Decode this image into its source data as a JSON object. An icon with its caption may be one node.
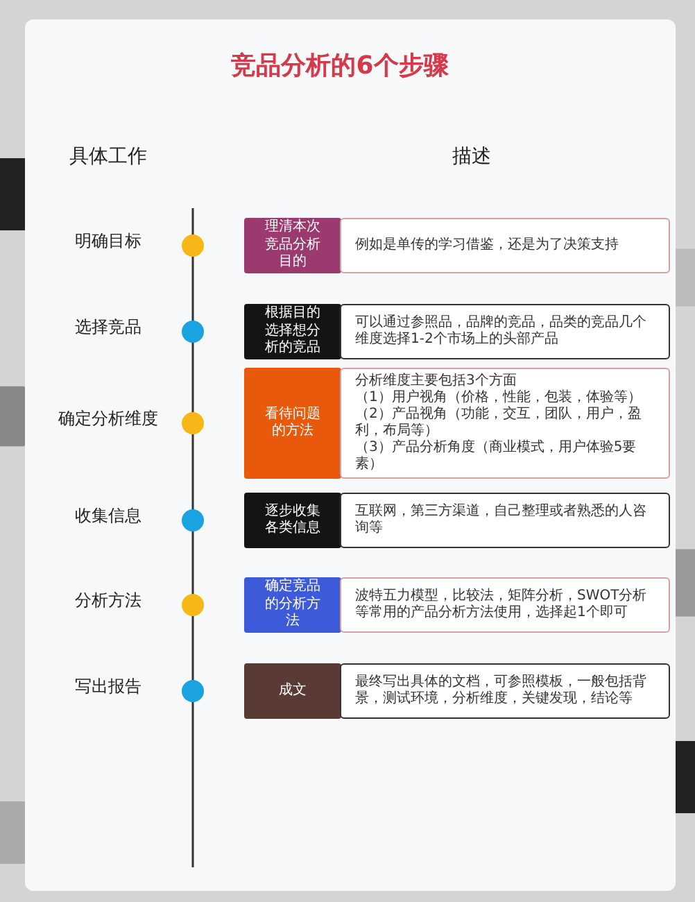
{
  "diagram": {
    "title": "竞品分析的6个步骤",
    "nodes": [
      {
        "text": [
          "理清本次竞品分析目的"
        ]
      },
      {
        "text": [
          "例如是单传的学习借鉴，还是为了决策支持"
        ]
      },
      {
        "text": [
          "根据目的选择想分析的竞品"
        ]
      },
      {
        "text": [
          "可以通过参照品，品牌的竞品，品类的竞品几个维度选择1-2个市场上的头部产品"
        ]
      },
      {
        "text": [
          "看待问题的方法"
        ]
      },
      {
        "text": [
          "分析维度主要包括3个方面",
          "（1）用户视角（价格，性能，包装，体验等）",
          "（2）产品视角（功能，交互，团队，用户，盈利，布局等）",
          "（3）产品分析角度（商业模式，用户体验5要素）"
        ]
      },
      {
        "text": [
          "逐步收集各类信息"
        ]
      },
      {
        "text": [
          "互联网，第三方渠道，自己整理或者熟悉的人咨询等"
        ]
      },
      {
        "text": [
          "确定竞品的分析方法"
        ]
      },
      {
        "text": [
          "波特五力模型，比较法，矩阵分析，SWOT分析等常用的产品分析方法使用，选择起1个即可"
        ]
      },
      {
        "text": [
          "成文"
        ]
      },
      {
        "text": [
          "最终写出具体的文档，可参照模板，一般包括背景，测试环境，分析维度，关键发现，结论等"
        ]
      }
    ],
    "edges": [],
    "labels": [
      "具体工作",
      "描述",
      "明确目标",
      "选择竞品",
      "确定分析维度",
      "收集信息",
      "分析方法",
      "写出报告"
    ]
  }
}
